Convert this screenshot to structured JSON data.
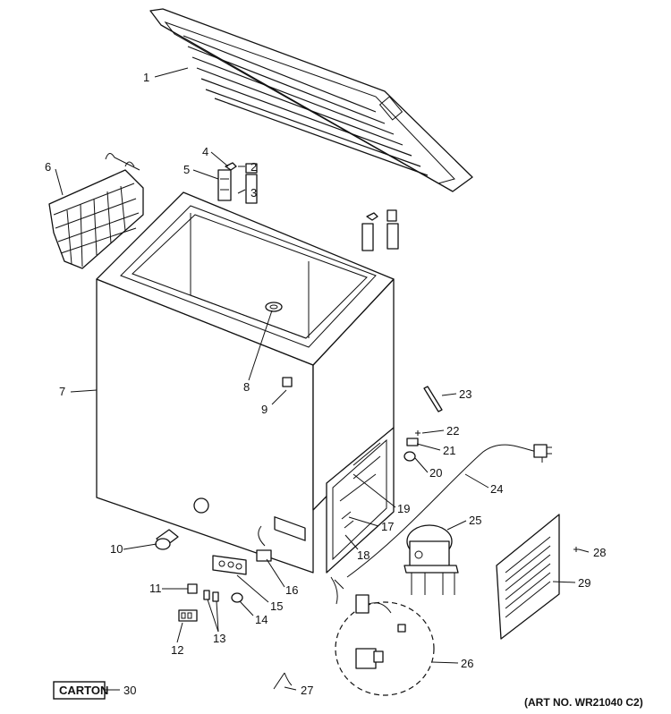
{
  "callouts": [
    "1",
    "2",
    "3",
    "4",
    "5",
    "6",
    "7",
    "8",
    "9",
    "10",
    "11",
    "12",
    "13",
    "14",
    "15",
    "16",
    "17",
    "18",
    "19",
    "20",
    "21",
    "22",
    "23",
    "24",
    "25",
    "26",
    "27",
    "28",
    "29",
    "30"
  ],
  "carton_label": "CARTON",
  "art_number": "(ART NO. WR21040 C2)"
}
